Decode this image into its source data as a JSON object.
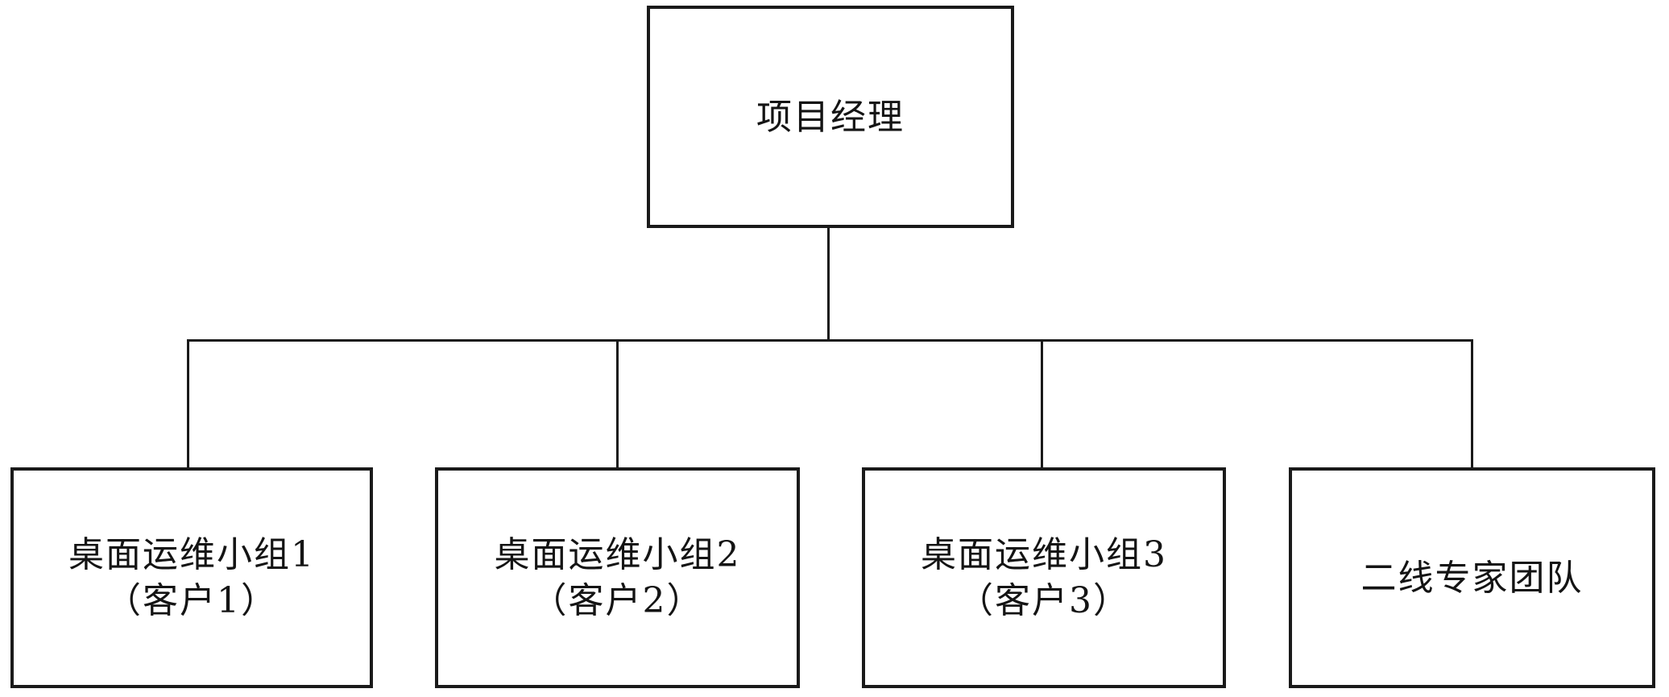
{
  "diagram": {
    "type": "org-chart",
    "root": {
      "id": "project-manager",
      "label": "项目经理"
    },
    "children": [
      {
        "id": "desktop-ops-team-1",
        "line1": "桌面运维小组1",
        "line2": "（客户1）"
      },
      {
        "id": "desktop-ops-team-2",
        "line1": "桌面运维小组2",
        "line2": "（客户2）"
      },
      {
        "id": "desktop-ops-team-3",
        "line1": "桌面运维小组3",
        "line2": "（客户3）"
      },
      {
        "id": "second-line-expert-team",
        "line1": "二线专家团队",
        "line2": ""
      }
    ],
    "edges": [
      {
        "from": "project-manager",
        "to": "desktop-ops-team-1"
      },
      {
        "from": "project-manager",
        "to": "desktop-ops-team-2"
      },
      {
        "from": "project-manager",
        "to": "desktop-ops-team-3"
      },
      {
        "from": "project-manager",
        "to": "second-line-expert-team"
      }
    ],
    "colors": {
      "line": "#1a1a1a",
      "text": "#141414",
      "background": "#ffffff"
    }
  }
}
